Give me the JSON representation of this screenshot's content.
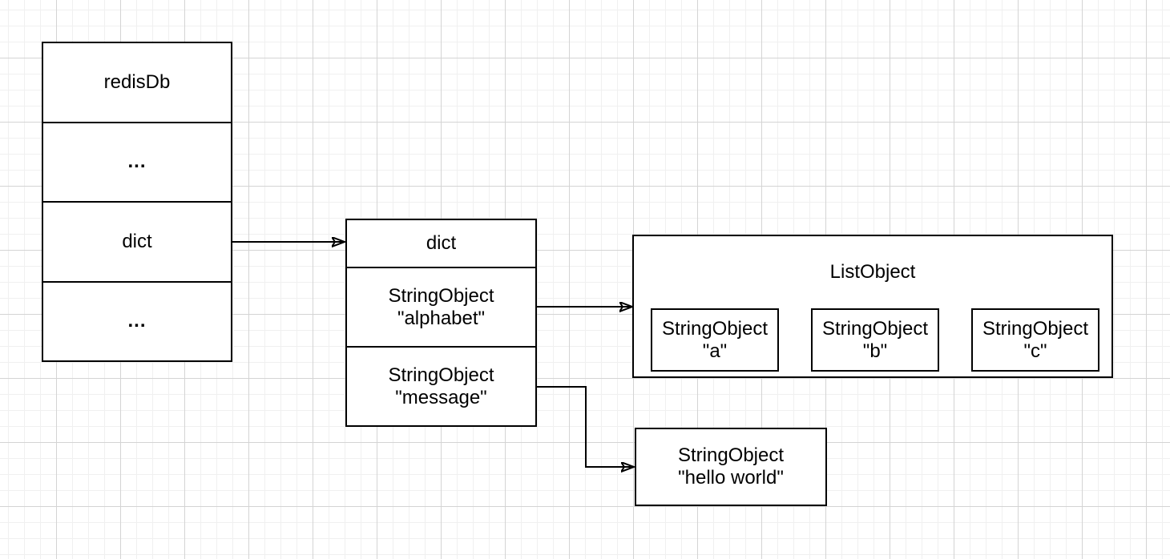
{
  "redis_db_box": {
    "rows": [
      {
        "label": "redisDb"
      },
      {
        "label": "..."
      },
      {
        "label": "dict"
      },
      {
        "label": "..."
      }
    ]
  },
  "dict_box": {
    "header": "dict",
    "entries": [
      {
        "line1": "StringObject",
        "line2": "\"alphabet\""
      },
      {
        "line1": "StringObject",
        "line2": "\"message\""
      }
    ]
  },
  "list_object_box": {
    "title": "ListObject",
    "items": [
      {
        "line1": "StringObject",
        "line2": "\"a\""
      },
      {
        "line1": "StringObject",
        "line2": "\"b\""
      },
      {
        "line1": "StringObject",
        "line2": "\"c\""
      }
    ]
  },
  "hello_box": {
    "line1": "StringObject",
    "line2": "\"hello world\""
  },
  "colors": {
    "shape_stroke": "#000000",
    "shape_fill": "#ffffff",
    "text": "#000000",
    "grid_minor": "#f0f0f0",
    "grid_major": "#d4d4d4"
  }
}
